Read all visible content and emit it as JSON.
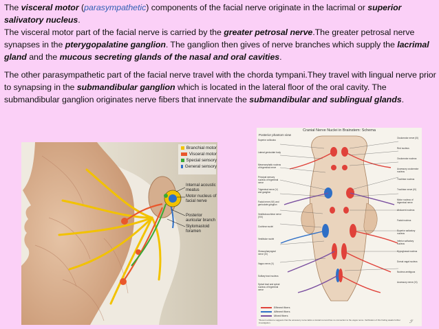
{
  "paragraph1": {
    "s1": "The ",
    "s2": "visceral motor",
    "s3": " (",
    "s4": "parasympathetic",
    "s5": ") components of the facial nerve originate in the lacrimal or ",
    "s6": "superior salivatory nucleus",
    "s7": "."
  },
  "paragraph2": {
    "s1": "The visceral motor part of the facial nerve is carried by the ",
    "s2": "greater petrosal nerve",
    "s3": ".The greater petrosal nerve synapses in the ",
    "s4": "pterygopalatine ganglion",
    "s5": ". The ganglion then gives of nerve branches which supply the ",
    "s6": "lacrimal gland",
    "s7": " and the ",
    "s8": "mucous secreting glands of the nasal and oral cavities",
    "s9": "."
  },
  "paragraph3": {
    "s1": "The other parasympathetic part of the facial nerve travel with the chorda tympani.They travel with lingual nerve prior to synapsing in the ",
    "s2": "submandibular ganglion",
    "s3": " which is located in the lateral floor of the oral cavity. The submandibular ganglion originates nerve fibers that innervate the ",
    "s4": "submandibular and sublingual glands",
    "s5": "."
  },
  "figure_left": {
    "legend": [
      "Branchial motor",
      "Visceral motor",
      "Special sensory",
      "General sensory"
    ],
    "legend_colors": [
      "#f2c200",
      "#e9572b",
      "#3aa935",
      "#2c6fc9"
    ],
    "labels": [
      "Internal acoustic meatus",
      "Motor nucleus of facial nerve",
      "Posterior auricular branch",
      "Stylomastoid foramen"
    ]
  },
  "figure_right": {
    "title": "Cranial Nerve Nuclei in Brainstem: Schema",
    "subtitle": "Posterior phantom view",
    "labels_left": [
      "Superior colliculus",
      "Lateral geniculate body",
      "Mesencephalic nucleus of trigeminal nerve",
      "Principal sensory nucleus of trigeminal nerve",
      "Trigeminal nerve (V) and ganglion",
      "Facial nerve (VII) and geniculate ganglion",
      "Vestibulocochlear nerve (VIII)",
      "Cochlear nuclei",
      "Vestibular nuclei",
      "Glossopharyngeal nerve (IX)",
      "Vagus nerve (X)",
      "Solitary tract nucleus",
      "Spinal tract and spinal nucleus of trigeminal nerve"
    ],
    "labels_right": [
      "Oculomotor nerve (III)",
      "Red nucleus",
      "Oculomotor nucleus",
      "Accessory oculomotor nucleus",
      "Trochlear nucleus",
      "Trochlear nerve (IV)",
      "Motor nucleus of trigeminal nerve",
      "Abducent nucleus",
      "Facial nucleus",
      "Superior salivatory nucleus",
      "Inferior salivatory nucleus",
      "Hypoglossal nucleus",
      "Dorsal vagal nucleus",
      "Nucleus ambiguus",
      "Accessory nerve (XI)"
    ],
    "key": [
      "Efferent fibers",
      "Afferent fibers",
      "Mixed fibers"
    ],
    "key_colors": [
      "#e0423a",
      "#2f6fc6",
      "#7a4fa0"
    ],
    "footnote": "*Recent evidence suggests that the accessory nerve lacks a cranial root and has no connection to the vagus nerve. Verification of this finding awaits further investigation."
  }
}
